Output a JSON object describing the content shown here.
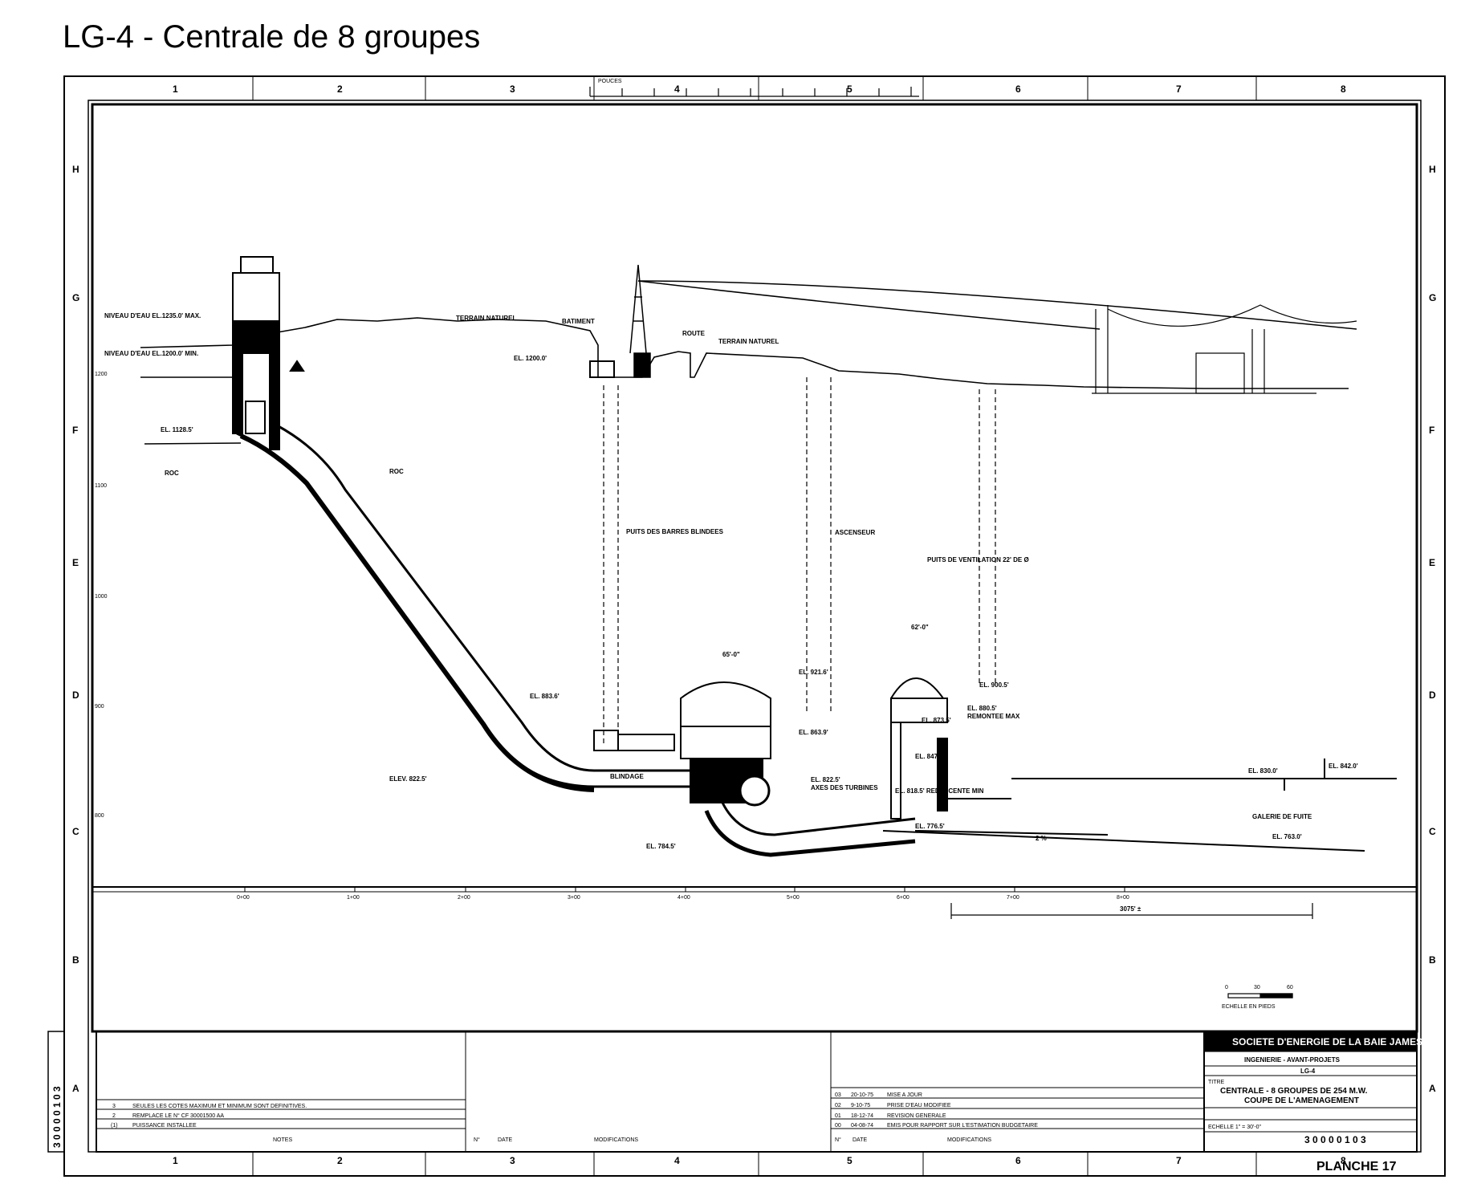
{
  "title": "LG-4 - Centrale de 8 groupes",
  "border": {
    "columns": [
      "1",
      "2",
      "3",
      "4",
      "5",
      "6",
      "7",
      "8"
    ],
    "rows": [
      "H",
      "G",
      "F",
      "E",
      "D",
      "C",
      "B",
      "A"
    ],
    "ruler_label": "POUCES"
  },
  "drawing": {
    "water_max": "NIVEAU D'EAU EL.1235.0' MAX.",
    "water_min": "NIVEAU D'EAU EL.1200.0' MIN.",
    "terrain1": "TERRAIN NATUREL",
    "batiment": "BATIMENT",
    "route": "ROUTE",
    "terrain2": "TERRAIN NATUREL",
    "el1200": "EL. 1200.0'",
    "el1128": "EL. 1128.5'",
    "roc1": "ROC",
    "roc2": "ROC",
    "puits_barres": "PUITS DES BARRES BLINDEES",
    "ascenseur": "ASCENSEUR",
    "puits_vent": "PUITS DE VENTILATION 22' DE Ø",
    "el883": "EL. 883.6'",
    "el921": "EL. 921.6'",
    "el900": "EL. 900.5'",
    "el880": "EL. 880.5'",
    "remontee": "REMONTEE MAX",
    "el873": "EL. 873.5'",
    "el863": "EL. 863.9'",
    "el822b": "EL. 822.5'",
    "axes": "AXES DES TURBINES",
    "el847": "EL. 847.0'",
    "redescente": "EL. 818.5' REDESCENTE MIN",
    "elev822": "ELEV. 822.5'",
    "blindage": "BLINDAGE",
    "el784": "EL. 784.5'",
    "el776": "EL. 776.5'",
    "slope": "2 %",
    "el830": "EL. 830.0'",
    "el842": "EL. 842.0'",
    "galerie": "GALERIE DE FUITE",
    "el763": "EL. 763.0'",
    "dim65": "65'-0\"",
    "dim62": "62'-0\"",
    "elev_ticks": [
      "1200",
      "1100",
      "1000",
      "900",
      "800"
    ],
    "stations": [
      "0+00",
      "1+00",
      "2+00",
      "3+00",
      "4+00",
      "5+00",
      "6+00",
      "7+00",
      "8+00"
    ],
    "distance": "3075' ±",
    "scale_ticks": [
      "0",
      "30",
      "60"
    ],
    "scale_label": "ECHELLE EN PIEDS"
  },
  "title_block": {
    "company": "SOCIETE D'ENERGIE DE LA BAIE JAMES",
    "dept": "INGENIERIE  -  AVANT-PROJETS",
    "project": "LG-4",
    "titre_label": "TITRE",
    "line1": "CENTRALE - 8 GROUPES DE 254 M.W.",
    "line2": "COUPE DE L'AMENAGEMENT",
    "echelle": "ECHELLE  1\" = 30'-0\"",
    "drawing_no": "3 0 0 0 0 1  0 3",
    "planche": "PLANCHE 17",
    "notes": [
      {
        "n": "3",
        "text": "SEULES LES COTES MAXIMUM ET MINIMUM SONT DEFINITIVES."
      },
      {
        "n": "2",
        "text": "REMPLACE LE N° CF 30001500 AA"
      },
      {
        "n": "(1)",
        "text": "PUISSANCE INSTALLEE"
      }
    ],
    "notes_header": "NOTES",
    "revisions": [
      {
        "n": "03",
        "date": "20-10-75",
        "text": "MISE A JOUR"
      },
      {
        "n": "02",
        "date": "9-10-75",
        "text": "PRISE D'EAU MODIFIEE"
      },
      {
        "n": "01",
        "date": "18-12-74",
        "text": "REVISION GENERALE"
      },
      {
        "n": "00",
        "date": "04-08-74",
        "text": "EMIS POUR RAPPORT SUR L'ESTIMATION BUDGETAIRE"
      }
    ],
    "mod_header": "MODIFICATIONS",
    "date_header": "DATE",
    "no_header": "N°",
    "side_no": "3 0 0 0 0 1  0 3"
  }
}
